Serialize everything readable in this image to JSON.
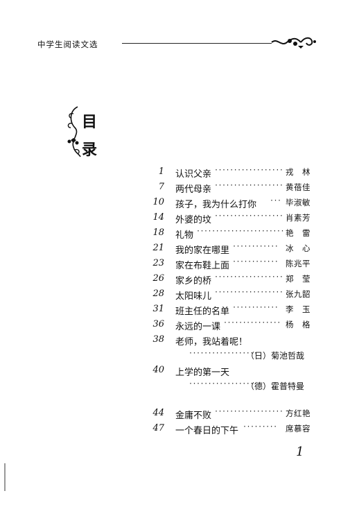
{
  "header": {
    "running_title": "中学生阅读文选"
  },
  "title": {
    "char1": "目",
    "char2": "录"
  },
  "toc": [
    {
      "num": "1",
      "title": "认识父亲",
      "dots": "··················",
      "author": "戎　林"
    },
    {
      "num": "7",
      "title": "两代母亲",
      "dots": "··················",
      "author": "黄蓓佳"
    },
    {
      "num": "10",
      "title": "孩子，我为什么打你",
      "dots": "···",
      "author": "毕淑敏"
    },
    {
      "num": "14",
      "title": "外婆的坟",
      "dots": "··················",
      "author": "肖素芳"
    },
    {
      "num": "18",
      "title": "礼物",
      "dots": "·······················",
      "author": "艳　雷"
    },
    {
      "num": "21",
      "title": "我的家在哪里",
      "dots": "············",
      "author": "冰　心"
    },
    {
      "num": "23",
      "title": "家在布鞋上面",
      "dots": "············",
      "author": "陈兆平"
    },
    {
      "num": "26",
      "title": "家乡的桥",
      "dots": "··················",
      "author": "郑　莹"
    },
    {
      "num": "28",
      "title": "太阳味儿",
      "dots": "··················",
      "author": "张九韶"
    },
    {
      "num": "31",
      "title": "班主任的名单",
      "dots": "············",
      "author": "李　玉"
    },
    {
      "num": "36",
      "title": "永远的一课",
      "dots": "···············",
      "author": "杨　格"
    },
    {
      "num": "38",
      "title": "老师，我站着呢！",
      "dots": "",
      "author": "",
      "sub_dots": "··················",
      "sub_author": "（日）菊池哲哉"
    },
    {
      "num": "40",
      "title": "上学的第一天",
      "dots": "",
      "author": "",
      "sub_dots": "··················",
      "sub_author": "（德）霍普特曼"
    },
    {
      "num": "44",
      "title": "金庸不败",
      "dots": "··················",
      "author": "方红艳"
    },
    {
      "num": "47",
      "title": "一个春日的下午",
      "dots": "·········",
      "author": "席慕容"
    }
  ],
  "footer": {
    "page_number": "1"
  }
}
